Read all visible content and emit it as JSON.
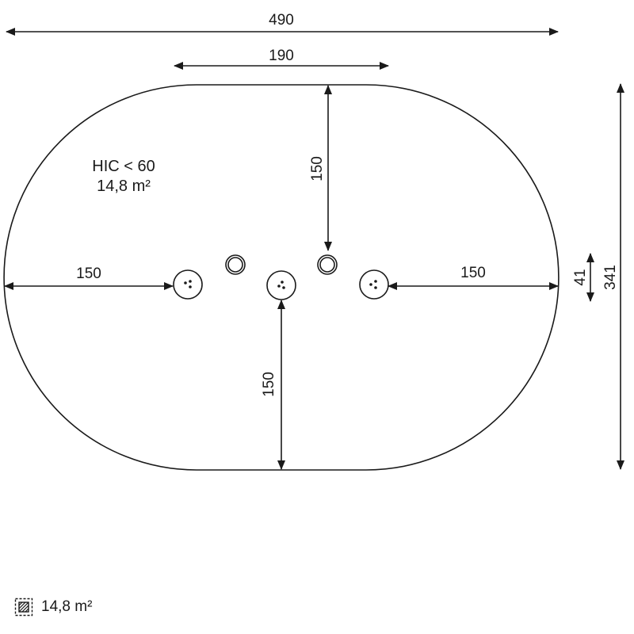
{
  "dimensions": {
    "overall_width": "490",
    "inner_width": "190",
    "top_clearance": "150",
    "left_clearance": "150",
    "right_clearance": "150",
    "bottom_clearance": "150",
    "post_offset": "41",
    "overall_depth": "341"
  },
  "area_info": {
    "hic": "HIC < 60",
    "area": "14,8 m²"
  },
  "legend": {
    "icon": "hatched-area-icon",
    "label": "14,8 m²"
  }
}
